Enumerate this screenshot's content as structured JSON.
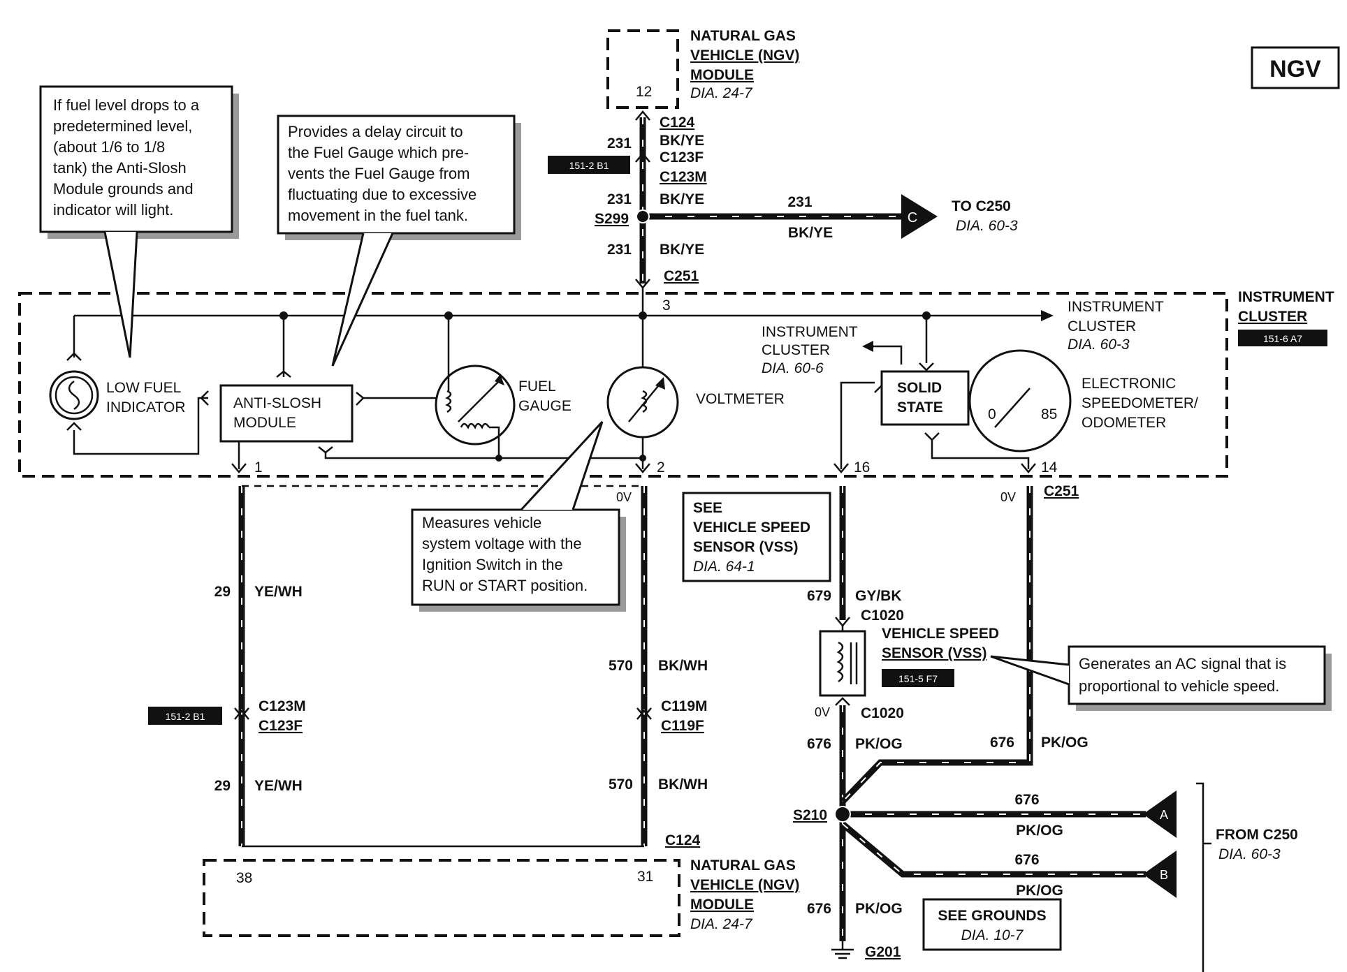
{
  "badge": "NGV",
  "ngv_module_top": {
    "title_lines": [
      "NATURAL GAS",
      "VEHICLE (NGV)",
      "MODULE"
    ],
    "ref": "DIA. 24-7",
    "pin": "12"
  },
  "ngv_module_bottom": {
    "title_lines": [
      "NATURAL GAS",
      "VEHICLE (NGV)",
      "MODULE"
    ],
    "ref": "DIA. 24-7",
    "pin_left": "38",
    "pin_right": "31",
    "connector": "C124"
  },
  "instrument_cluster": {
    "title_lines": [
      "INSTRUMENT",
      "CLUSTER"
    ],
    "tag": "151-6 A7"
  },
  "callouts": {
    "low_fuel": [
      "If fuel level drops to a",
      "predetermined level,",
      "(about 1/6 to 1/8",
      "tank) the Anti-Slosh",
      "Module grounds and",
      "indicator will light."
    ],
    "delay": [
      "Provides a delay circuit to",
      "the Fuel Gauge which pre-",
      "vents the Fuel Gauge from",
      "fluctuating due to excessive",
      "movement in the fuel tank."
    ],
    "voltmeter": [
      "Measures vehicle",
      "system voltage with the",
      "Ignition Switch in the",
      "RUN or START  position."
    ],
    "vss_signal": [
      "Generates an AC signal that is",
      "proportional to vehicle speed."
    ]
  },
  "components": {
    "low_fuel_indicator": [
      "LOW FUEL",
      "INDICATOR"
    ],
    "anti_slosh": [
      "ANTI-SLOSH",
      "MODULE"
    ],
    "fuel_gauge": [
      "FUEL",
      "GAUGE"
    ],
    "voltmeter": "VOLTMETER",
    "solid_state": [
      "SOLID",
      "STATE"
    ],
    "speedometer": [
      "ELECTRONIC",
      "SPEEDOMETER/",
      "ODOMETER"
    ],
    "speedo_min": "0",
    "speedo_max": "85",
    "cluster_ref_left": [
      "INSTRUMENT",
      "CLUSTER",
      "DIA. 60-6"
    ],
    "cluster_ref_right": [
      "INSTRUMENT",
      "CLUSTER",
      "DIA. 60-3"
    ]
  },
  "top_circuit": {
    "c124": "C124",
    "c123f": "C123F",
    "c123m": "C123M",
    "c251": "C251",
    "wire_num": "231",
    "wire_color": "BK/YE",
    "splice": "S299",
    "pin_cluster": "3",
    "tag": "151-2 B1",
    "to_label": "TO C250",
    "to_ref": "DIA. 60-3",
    "arrow_letter": "C"
  },
  "pins": {
    "p1": "1",
    "p2": "2",
    "p16": "16",
    "p14": "14",
    "c251": "C251",
    "ov": "0V"
  },
  "left_circuit": {
    "wire_num": "29",
    "wire_color": "YE/WH",
    "c123m": "C123M",
    "c123f": "C123F",
    "tag": "151-2 B1"
  },
  "mid_circuit": {
    "wire_num": "570",
    "wire_color": "BK/WH",
    "c119m": "C119M",
    "c119f": "C119F"
  },
  "vss": {
    "see_lines": [
      "SEE",
      "VEHICLE SPEED",
      "SENSOR (VSS)"
    ],
    "see_ref": "DIA. 64-1",
    "wire_num": "679",
    "wire_color": "GY/BK",
    "connector": "C1020",
    "title_lines": [
      "VEHICLE SPEED",
      "SENSOR (VSS)"
    ],
    "tag": "151-5 F7"
  },
  "ground_circuit": {
    "wire_num": "676",
    "wire_color": "PK/OG",
    "splice": "S210",
    "ground": "G201",
    "see_grounds": "SEE GROUNDS",
    "see_grounds_ref": "DIA. 10-7",
    "from_label": "FROM C250",
    "from_ref": "DIA. 60-3",
    "letter_a": "A",
    "letter_b": "B"
  }
}
